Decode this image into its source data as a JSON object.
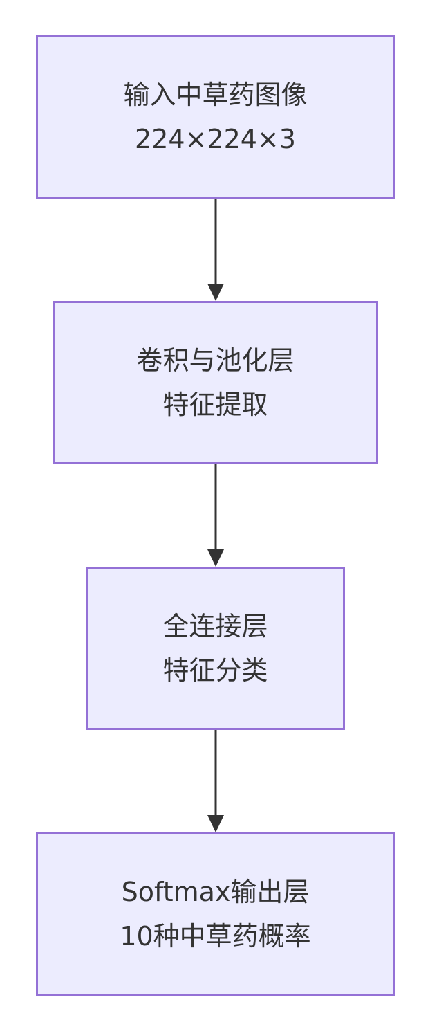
{
  "colors": {
    "node_fill": "#ececfe",
    "node_border": "#9471d6",
    "edge": "#333333",
    "text": "#333333"
  },
  "nodes": [
    {
      "id": "input",
      "line1": "输入中草药图像",
      "line2": "224×224×3"
    },
    {
      "id": "conv_pool",
      "line1": "卷积与池化层",
      "line2": "特征提取"
    },
    {
      "id": "fc",
      "line1": "全连接层",
      "line2": "特征分类"
    },
    {
      "id": "softmax",
      "line1": "Softmax输出层",
      "line2": "10种中草药概率"
    }
  ],
  "edges": [
    {
      "from": "input",
      "to": "conv_pool"
    },
    {
      "from": "conv_pool",
      "to": "fc"
    },
    {
      "from": "fc",
      "to": "softmax"
    }
  ]
}
